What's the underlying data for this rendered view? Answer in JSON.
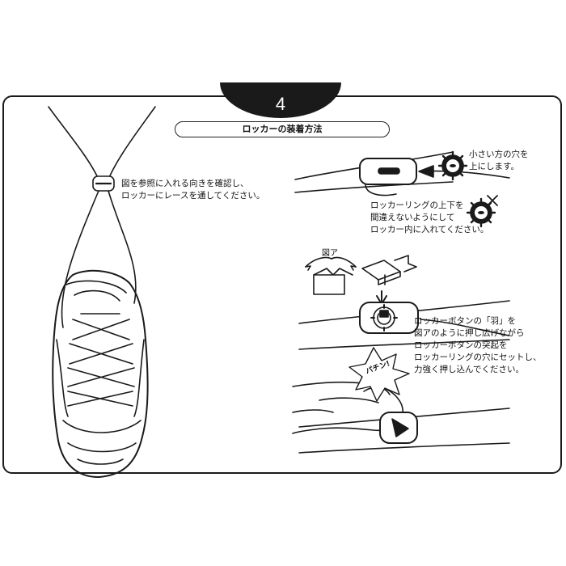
{
  "step": {
    "number": "4"
  },
  "title": "ロッカーの装着方法",
  "notes": {
    "intro": [
      "図を参照に入れる向きを確認し、",
      "ロッカーにレースを通してください。"
    ],
    "small_hole": [
      "小さい方の穴を",
      "上にします。"
    ],
    "ring_orientation": [
      "ロッカーリングの上下を",
      "間違えないようにして",
      "ロッカー内に入れてください。"
    ],
    "button_press": [
      "ロッカーボタンの「羽」を",
      "図アのように押し広げながら",
      "ロッカーボタンの突起を",
      "ロッカーリングの穴にセットし、",
      "力強く押し込んでください。"
    ]
  },
  "labels": {
    "figure_a": "図ア",
    "sound_effect": "パチン!"
  },
  "icons": [
    "lace-locker-icon",
    "gear-ring-icon",
    "cross-mark-icon",
    "arrow-icon",
    "shoe-illustration",
    "hand-illustration"
  ]
}
